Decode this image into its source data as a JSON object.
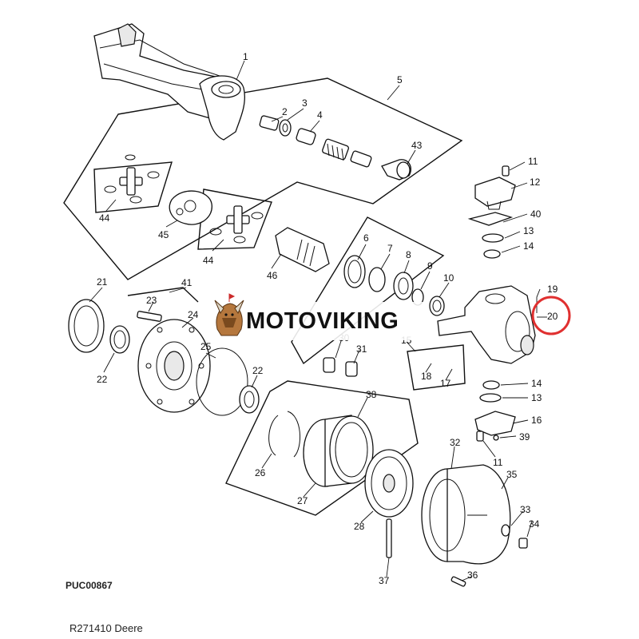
{
  "diagram": {
    "id_code": "PUC00867",
    "footer": "R271410 Deere",
    "watermark_text": "MOTOVIKING",
    "highlight_color": "#e03030",
    "callouts": [
      "1",
      "2",
      "3",
      "4",
      "5",
      "43",
      "44",
      "45",
      "44",
      "46",
      "6",
      "7",
      "8",
      "9",
      "10",
      "11",
      "12",
      "40",
      "13",
      "14",
      "19",
      "20",
      "21",
      "41",
      "23",
      "24",
      "22",
      "25",
      "22",
      "30",
      "31",
      "15",
      "18",
      "17",
      "14",
      "13",
      "16",
      "39",
      "11",
      "38",
      "26",
      "27",
      "28",
      "32",
      "35",
      "33",
      "34",
      "37",
      "36"
    ]
  }
}
